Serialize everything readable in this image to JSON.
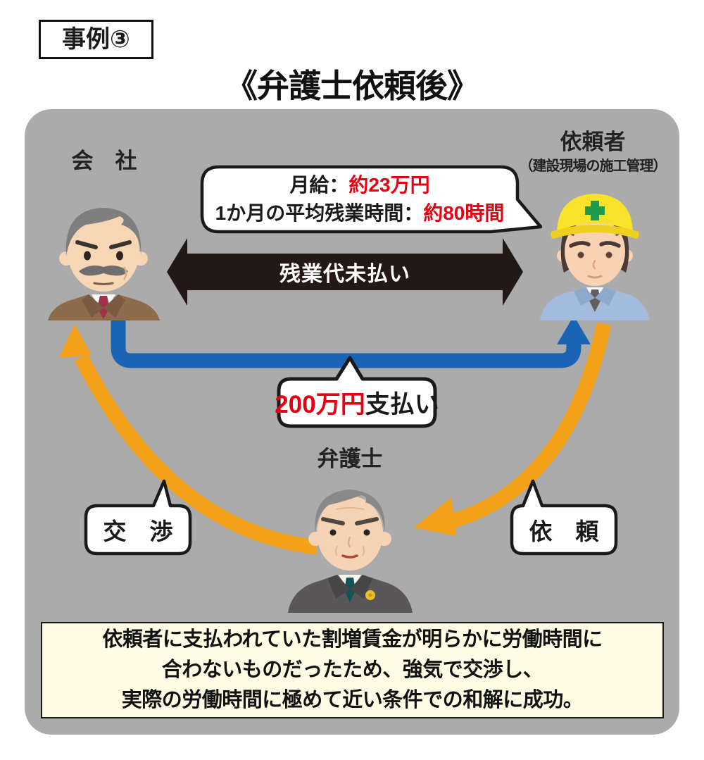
{
  "badge": {
    "label": "事例③"
  },
  "title": "《弁護士依頼後》",
  "actors": {
    "company": {
      "label": "会　社"
    },
    "client": {
      "label": "依頼者",
      "sublabel": "（建設現場の施工管理）"
    },
    "lawyer": {
      "label": "弁護士"
    }
  },
  "callouts": {
    "salary": {
      "line1_label": "月給：",
      "line1_value": "約23万円",
      "line2_label": "1か月の平均残業時間：",
      "line2_value": "約80時間"
    },
    "unpaid_arrow": {
      "label": "残業代未払い"
    },
    "payment": {
      "value": "200万円",
      "suffix": "支払い"
    },
    "negotiation": {
      "label": "交　渉"
    },
    "request": {
      "label": "依　頼"
    }
  },
  "summary": {
    "lines": [
      "依頼者に支払われていた割増賃金が明らかに労働時間に",
      "合わないものだったため、強気で交渉し、",
      "実際の労働時間に極めて近い条件での和解に成功。"
    ]
  },
  "colors": {
    "panel_gray": "#ABABAB",
    "orange_arrow": "#F5A21B",
    "blue_arrow": "#1B63B4",
    "red_text": "#E60012",
    "black_arrow": "#231815",
    "summary_bg": "#FFFCE5"
  }
}
